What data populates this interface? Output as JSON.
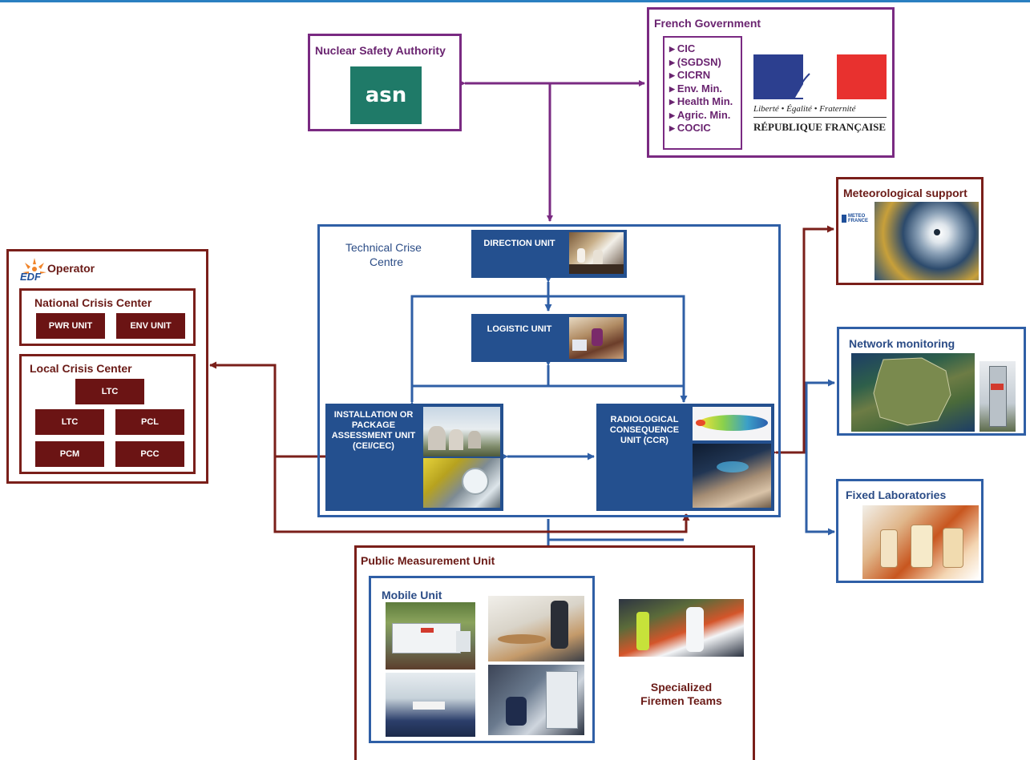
{
  "nuclear_safety_authority": {
    "title": "Nuclear Safety Authority",
    "logo_text": "asn"
  },
  "french_government": {
    "title": "French Government",
    "items": [
      "CIC",
      "(SGDSN)",
      "CICRN",
      "Env. Min.",
      "Health Min.",
      "Agric. Min.",
      "COCIC"
    ],
    "motto": "Liberté • Égalité • Fraternité",
    "republic": "RÉPUBLIQUE FRANÇAISE"
  },
  "technical_crisis_centre": {
    "title_line1": "Technical Crise",
    "title_line2": "Centre",
    "direction_unit": "DIRECTION UNIT",
    "logistic_unit": "LOGISTIC UNIT",
    "installation_unit": [
      "INSTALLATION OR",
      "PACKAGE",
      "ASSESSMENT UNIT",
      "(CEI/CEC)"
    ],
    "radiological_unit": [
      "RADIOLOGICAL",
      "CONSEQUENCE",
      "UNIT (CCR)"
    ]
  },
  "operator": {
    "title": "Operator",
    "logo_text": "EDF",
    "national": {
      "title": "National Crisis Center",
      "units": [
        "PWR UNIT",
        "ENV UNIT"
      ]
    },
    "local": {
      "title": "Local Crisis Center",
      "units": [
        "LTC",
        "LTC",
        "PCL",
        "PCM",
        "PCC"
      ]
    }
  },
  "meteorological_support": {
    "title": "Meteorological support",
    "logo_line1": "METEO",
    "logo_line2": "FRANCE"
  },
  "network_monitoring": {
    "title": "Network monitoring"
  },
  "fixed_laboratories": {
    "title": "Fixed Laboratories"
  },
  "public_measurement_unit": {
    "title": "Public Measurement Unit",
    "mobile_unit": "Mobile Unit",
    "firemen_line1": "Specialized",
    "firemen_line2": "Firemen Teams"
  },
  "colors": {
    "purple": "#7a2a82",
    "maroon": "#7a1f1a",
    "blue": "#2f5fa6",
    "unit_blue": "#24508f",
    "unit_maroon": "#6b1414"
  }
}
